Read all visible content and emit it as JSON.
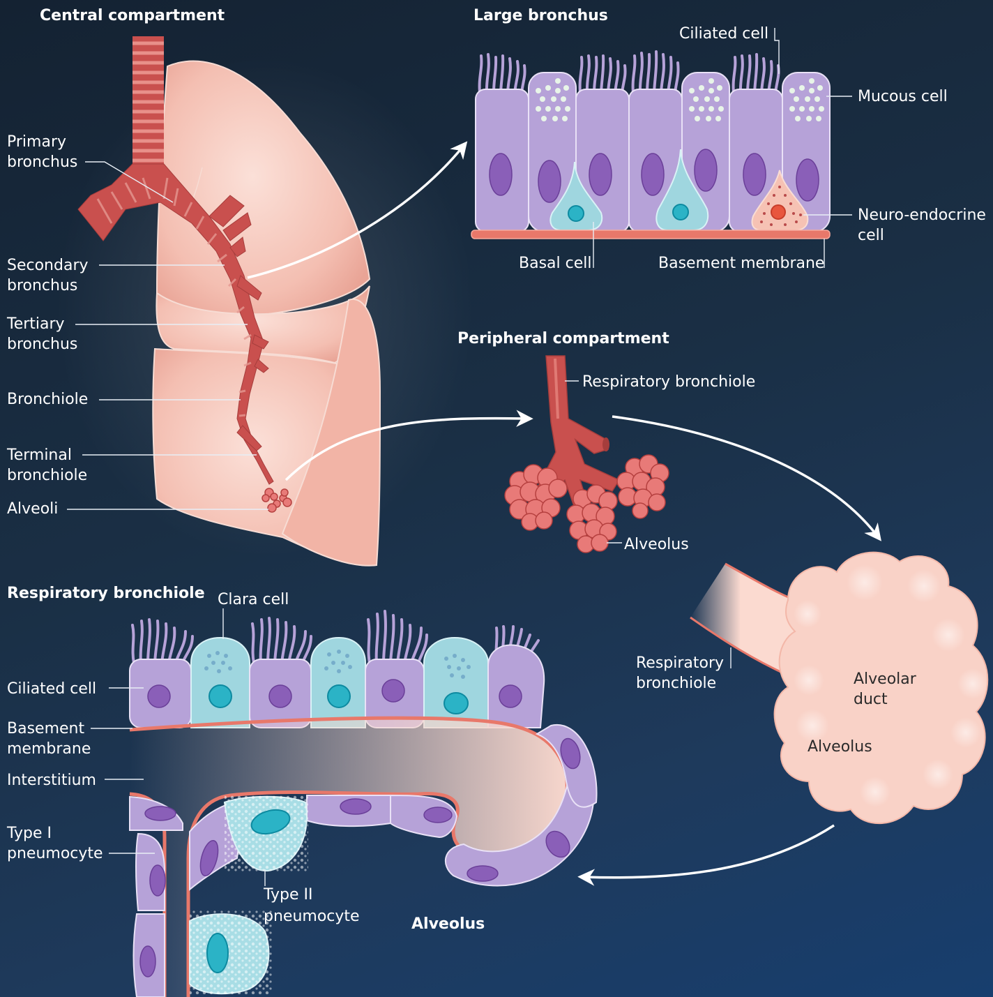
{
  "titles": {
    "central": "Central compartment",
    "large_bronchus": "Large bronchus",
    "peripheral": "Peripheral compartment",
    "resp_bronchiole": "Respiratory bronchiole",
    "alveolus": "Alveolus"
  },
  "lung_labels": {
    "primary_1": "Primary",
    "primary_2": "bronchus",
    "secondary_1": "Secondary",
    "secondary_2": "bronchus",
    "tertiary_1": "Tertiary",
    "tertiary_2": "bronchus",
    "bronchiole": "Bronchiole",
    "terminal_1": "Terminal",
    "terminal_2": "bronchiole",
    "alveoli": "Alveoli"
  },
  "bronchus_labels": {
    "ciliated": "Ciliated cell",
    "mucous": "Mucous cell",
    "neuro_1": "Neuro-endocrine",
    "neuro_2": "cell",
    "basal": "Basal cell",
    "basement": "Basement membrane"
  },
  "peripheral_labels": {
    "resp_bronchiole": "Respiratory bronchiole",
    "alveolus": "Alveolus"
  },
  "duct_labels": {
    "resp_1": "Respiratory",
    "resp_2": "bronchiole",
    "duct_1": "Alveolar",
    "duct_2": "duct",
    "alveolus": "Alveolus"
  },
  "bottom_labels": {
    "clara": "Clara cell",
    "ciliated": "Ciliated cell",
    "basement_1": "Basement",
    "basement_2": "membrane",
    "interstitium": "Interstitium",
    "type1_1": "Type I",
    "type1_2": "pneumocyte",
    "type2_1": "Type II",
    "type2_2": "pneumocyte"
  },
  "colors": {
    "background": "#1a2f45",
    "lung": "#f6c6bc",
    "airway": "#c9504e",
    "ciliated_cell": "#b6a2d8",
    "clara_cell": "#9fd6df",
    "membrane": "#e8786a"
  }
}
